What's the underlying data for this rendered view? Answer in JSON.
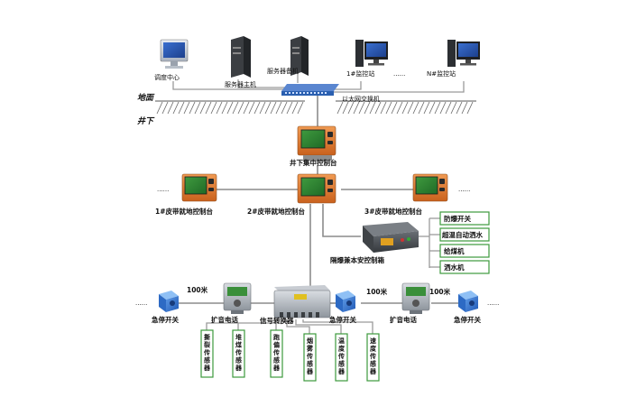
{
  "surface": {
    "zone_label": "地面",
    "nodes": {
      "dispatch": "调度中心",
      "server_main": "服务器主机",
      "server_backup": "服务器备机",
      "monitor_1": "1#监控站",
      "ellipsis": "......",
      "monitor_n": "N#监控站"
    },
    "switch_label": "以太网交换机"
  },
  "underground": {
    "zone_label": "井下",
    "central_console": "井下集中控制台",
    "belt_consoles": [
      "1#皮带就地控制台",
      "2#皮带就地控制台",
      "3#皮带就地控制台"
    ],
    "left_dots": "......",
    "right_dots": "......",
    "safety_box": "隔爆兼本安控制箱",
    "safety_outputs": [
      "防爆开关",
      "超温自动洒水",
      "给煤机",
      "洒水机"
    ]
  },
  "field": {
    "left_dots": "......",
    "right_dots": "......",
    "devices": {
      "estop_left": "急停开关",
      "speaker_left": "扩音电话",
      "converter": "信号转换器",
      "estop_mid": "急停开关",
      "speaker_right": "扩音电话",
      "estop_right": "急停开关"
    },
    "distances": [
      "100米",
      "100米",
      "100米"
    ],
    "sensors": [
      "撕裂传感器",
      "堆煤传感器",
      "跑偏传感器",
      "烟雾传感器",
      "温度传感器",
      "速度传感器"
    ]
  },
  "colors": {
    "sensor_border": "#3d9a3d",
    "console_orange": "#e07a2e",
    "console_screen": "#2b7f2b",
    "switch_blue": "#2a5fb0",
    "wire": "#9a9a9a"
  }
}
